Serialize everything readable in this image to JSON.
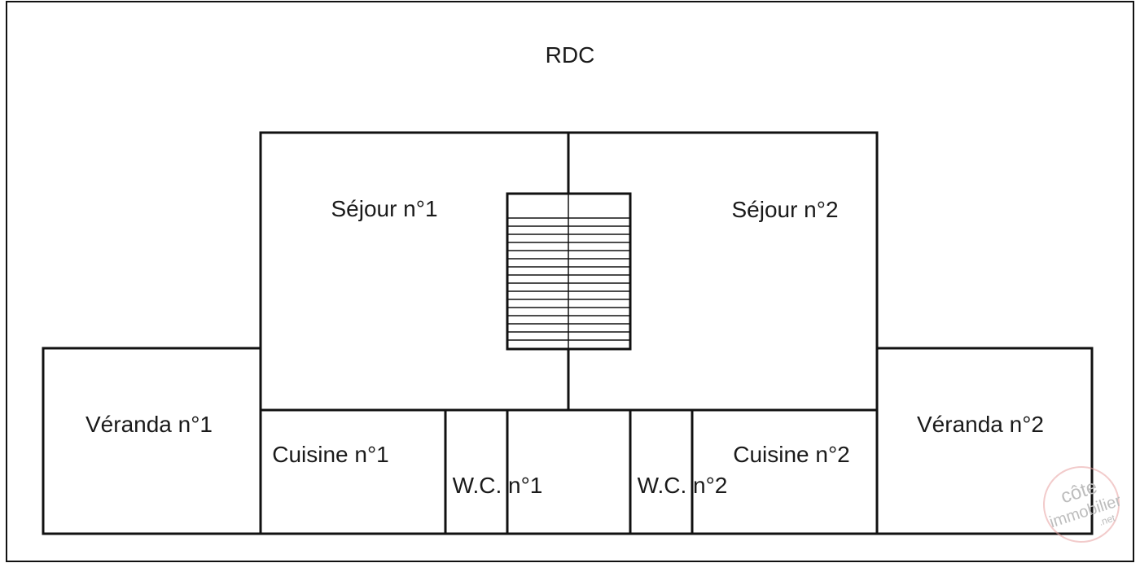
{
  "plan": {
    "title": "RDC",
    "rooms": {
      "sejour_1": "Séjour n°1",
      "sejour_2": "Séjour n°2",
      "veranda_1": "Véranda n°1",
      "veranda_2": "Véranda n°2",
      "cuisine_1": "Cuisine n°1",
      "cuisine_2": "Cuisine n°2",
      "wc_1": "W.C. n°1",
      "wc_2": "W.C. n°2"
    }
  },
  "watermark": {
    "line1": "côte",
    "line2": "immobilier",
    "line3": ".net",
    "accent_color": "#e8a0a0"
  }
}
